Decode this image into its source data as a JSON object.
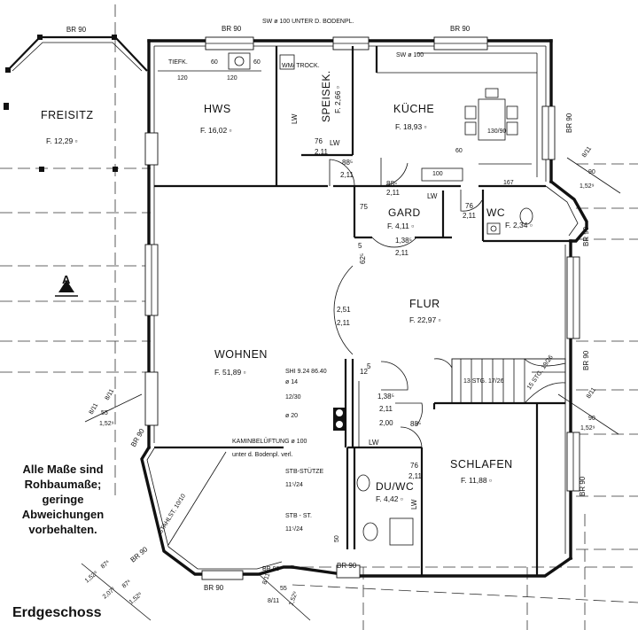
{
  "plan": {
    "title": "Erdgeschoss",
    "note": "Alle Maße sind Rohbaumaße; geringe Abweichungen vorbehalten."
  },
  "rooms": {
    "freisitz": {
      "name": "FREISITZ",
      "area": "F. 12,29 ▫"
    },
    "hws": {
      "name": "HWS",
      "area": "F. 16,02 ▫"
    },
    "speisek": {
      "name": "SPEISEK.",
      "area": "F. 2,66 ▫"
    },
    "kueche": {
      "name": "KÜCHE",
      "area": "F. 18,93 ▫"
    },
    "gard": {
      "name": "GARD",
      "area": "F. 4,11 ▫"
    },
    "wc": {
      "name": "WC",
      "area": "F. 2,34 ▫"
    },
    "flur": {
      "name": "FLUR",
      "area": "F. 22,97 ▫"
    },
    "wohnen": {
      "name": "WOHNEN",
      "area": "F. 51,89 ▫"
    },
    "schlafen": {
      "name": "SCHLAFEN",
      "area": "F. 11,88 ▫"
    },
    "duwc": {
      "name": "DU/WC",
      "area": "F. 4,42 ▫"
    }
  },
  "labels": {
    "br90": "BR 90",
    "tiefk": "TIEFK.",
    "wm_trock": "WM/ TROCK.",
    "lw": "LW",
    "sw100_unter": "SW ø 100 UNTER D. BODENPL.",
    "sw100": "SW ø 100",
    "shi": "SHI 9.24  86.40",
    "d14": "ø 14",
    "d1230": "12/30",
    "d20": "ø 20",
    "kamin1": "KAMINBELÜFTUNG ø 100",
    "kamin2": "unter d. Bodenpl. verl.",
    "stb_stuetze": "STB-STÜTZE",
    "stb_stuetze_dim": "11⁵/24",
    "stb_st": "STB - ST.",
    "stb_st_dim": "11⁵/24",
    "stahlst": "STAHLST. 10/10",
    "stg13": "13 STG. 17/26",
    "stg15": "15 STG. 19/26",
    "arrow_a": "A",
    "cab_120a": "120",
    "cab_120b": "120",
    "cab_60a": "60",
    "cab_60b": "60",
    "table_130": "130/90",
    "k100": "100",
    "k167": "167",
    "k60": "60"
  },
  "dims": {
    "d_76_211_spk": [
      "76",
      "2,11"
    ],
    "d_885_211_hws": [
      "88⁵",
      "2,11"
    ],
    "d_885_211_k": [
      "88⁵",
      "2,11"
    ],
    "d_76_211_wc": [
      "76",
      "2,11"
    ],
    "d_75": "75",
    "d_1385_211_flur": [
      "1,38⁵",
      "2,11"
    ],
    "d_5_625": [
      "5",
      "62⁵"
    ],
    "d_251_211": [
      "2,51",
      "2,11"
    ],
    "d_125": [
      "12",
      "5"
    ],
    "d_1385_211_w": [
      "1,38⁵",
      "2,11"
    ],
    "d_885_200": [
      "88⁵",
      "2,00"
    ],
    "d_76_211_du": [
      "76",
      "2,11"
    ],
    "d_90": "90",
    "d_8_11": "8/11",
    "d_1529": "1,52⁹",
    "d_55": "55",
    "d_876": "87⁶",
    "d_2072": "2,07²",
    "d_50": "50"
  }
}
